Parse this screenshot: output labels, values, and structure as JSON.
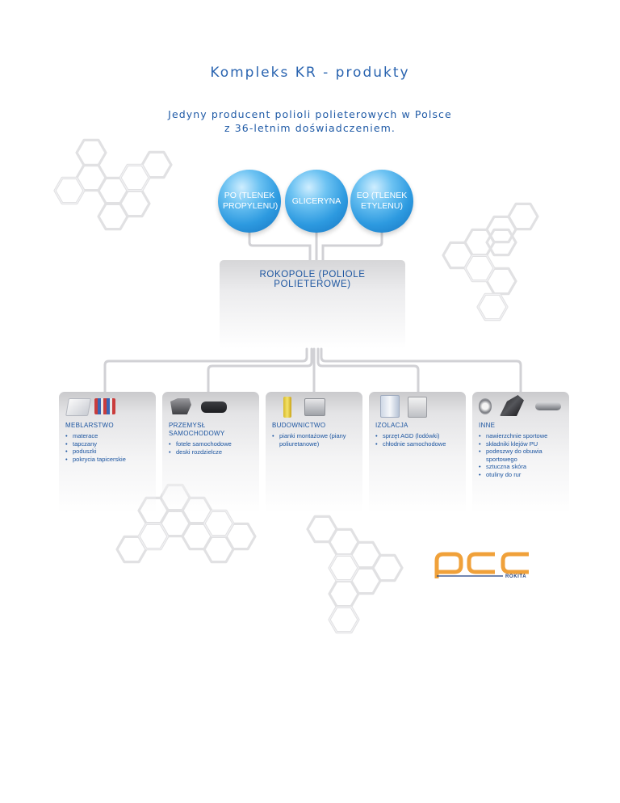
{
  "title": "Kompleks KR - produkty",
  "subtitle": [
    "Jedyny producent polioli polieterowych w Polsce",
    "z 36-letnim doświadczeniem."
  ],
  "inputs": [
    "PO (TLENEK PROPYLENU)",
    "GLICERYNA",
    "EO (TLENEK ETYLENU)"
  ],
  "center": "ROKOPOLE (POLIOLE POLIETEROWE)",
  "categories": [
    {
      "heading": "MEBLARSTWO",
      "items": [
        "materace",
        "tapczany",
        "poduszki",
        "pokrycia tapicerskie"
      ]
    },
    {
      "heading": "PRZEMYSŁ SAMOCHODOWY",
      "items": [
        "fotele samochodowe",
        "deski rozdzielcze"
      ]
    },
    {
      "heading": "BUDOWNICTWO",
      "items": [
        "pianki montażowe (piany poliuretanowe)"
      ]
    },
    {
      "heading": "IZOLACJA",
      "items": [
        "sprzęt AGD (lodówki)",
        "chłodnie samochodowe"
      ]
    },
    {
      "heading": "INNE",
      "items": [
        "nawierzchnie sportowe",
        "składniki klejów PU",
        "podeszwy do obuwia sportowego",
        "sztuczna skóra",
        "otuliny do rur"
      ]
    }
  ],
  "logo": {
    "text": "pcc",
    "tagline": "ROKITA"
  },
  "colors": {
    "accent": "#1c55a0",
    "ball": "#2d9ae0",
    "logo": "#f0a13a",
    "connector": "#cfcfd3"
  }
}
